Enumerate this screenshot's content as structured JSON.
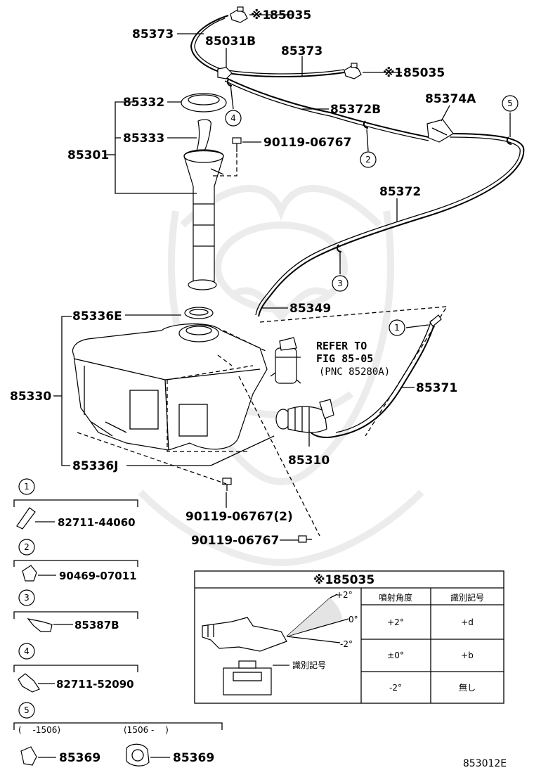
{
  "diagram_id": "853012E",
  "callouts": {
    "c1": "1",
    "c2": "2",
    "c3": "3",
    "c4": "4",
    "c5": "5"
  },
  "parts": {
    "p85035_top": "85035",
    "p85035_mid": "85035",
    "mark_top": "※1",
    "mark_mid": "※1",
    "p85373_left": "85373",
    "p85031b": "85031B",
    "p85373_right": "85373",
    "p85332": "85332",
    "p85372b": "85372B",
    "p85374a": "85374A",
    "p85333": "85333",
    "p85301": "85301",
    "p90119_top": "90119-06767",
    "p85372": "85372",
    "p85349": "85349",
    "p85336e": "85336E",
    "p85330": "85330",
    "p85336j": "85336J",
    "p85310": "85310",
    "p85371": "85371",
    "p90119_2": "90119-06767(2)",
    "p90119_bottom": "90119-06767"
  },
  "refer": {
    "line1": "REFER TO",
    "line2": "FIG 85-05",
    "line3": "(PNC 85280A)"
  },
  "legend": [
    {
      "num": "1",
      "part": "82711-44060"
    },
    {
      "num": "2",
      "part": "90469-07011"
    },
    {
      "num": "3",
      "part": "85387B"
    },
    {
      "num": "4",
      "part": "82711-52090"
    },
    {
      "num": "5",
      "part": "85369"
    }
  ],
  "legend5": {
    "range_a": "(　 -1506)",
    "range_b": "(1506 -　 )",
    "part_a": "85369",
    "part_b": "85369"
  },
  "table": {
    "title_mark": "※1",
    "title_part": "85035",
    "col1": "噴射角度",
    "col2": "識別記号",
    "rows": [
      {
        "angle": "+2°",
        "mark": "+d"
      },
      {
        "angle": "±0°",
        "mark": "+b"
      },
      {
        "angle": "-2°",
        "mark": "無し"
      }
    ],
    "angle_top": "+2°",
    "angle_mid": "0°",
    "angle_bot": "-2°",
    "id_label": "識別記号"
  }
}
